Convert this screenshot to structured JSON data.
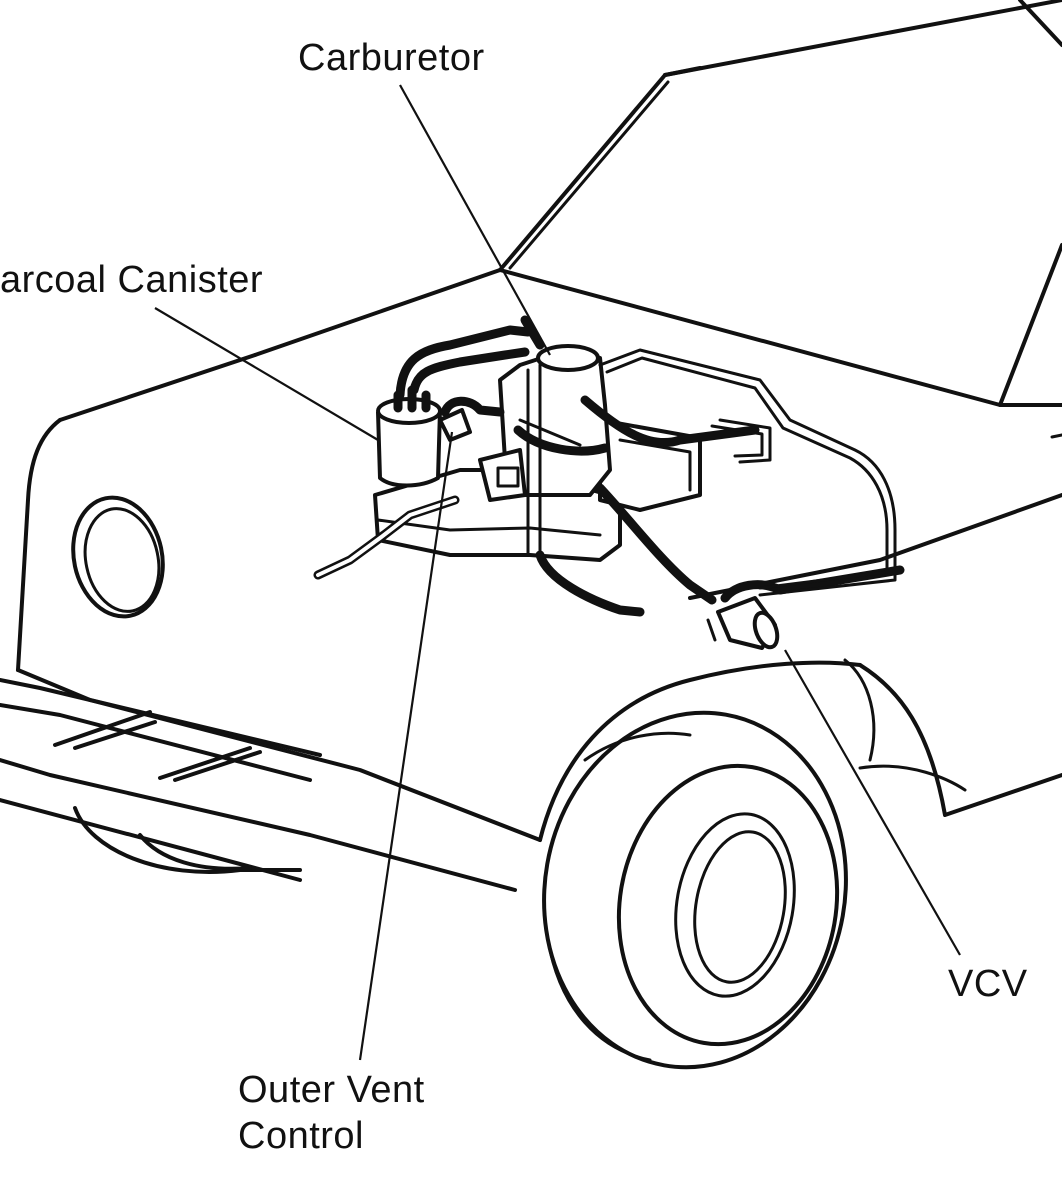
{
  "labels": {
    "carburetor": "Carburetor",
    "charcoal_canister": "arcoal Canister",
    "vcv": "VCV",
    "outer_vent_control_line1": "Outer Vent",
    "outer_vent_control_line2": "Control"
  }
}
